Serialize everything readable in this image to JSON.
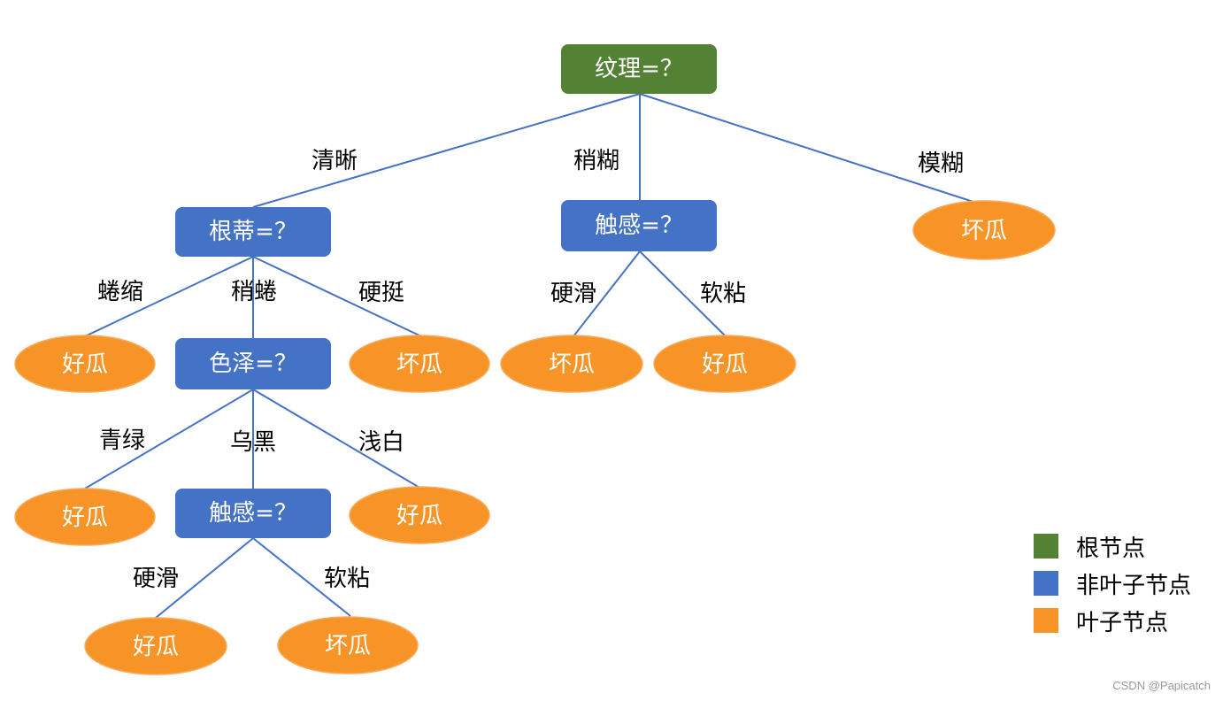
{
  "colors": {
    "root": "#548235",
    "internal": "#4472C4",
    "leaf": "#F79427",
    "edge": "#4472C4",
    "leaf_border": "#F8A95A"
  },
  "nodes": {
    "root": "纹理=？",
    "n_gendi": "根蒂=？",
    "n_chugan1": "触感=？",
    "leaf_mohu": "坏瓜",
    "leaf_quansuo": "好瓜",
    "n_sezhe": "色泽=？",
    "leaf_yingting": "坏瓜",
    "leaf_yinghua1": "坏瓜",
    "leaf_ruannian1": "好瓜",
    "leaf_qinglv": "好瓜",
    "n_chugan2": "触感=？",
    "leaf_qianbai": "好瓜",
    "leaf_yinghua2": "好瓜",
    "leaf_ruannian2": "坏瓜"
  },
  "edges": {
    "qingxi": "清晰",
    "shaohu": "稍糊",
    "mohu": "模糊",
    "quansuo": "蜷缩",
    "shaoquan": "稍蜷",
    "yingting": "硬挺",
    "yinghua1": "硬滑",
    "ruannian1": "软粘",
    "qinglv": "青绿",
    "wuhei": "乌黑",
    "qianbai": "浅白",
    "yinghua2": "硬滑",
    "ruannian2": "软粘"
  },
  "legend": [
    {
      "label": "根节点",
      "color": "#548235"
    },
    {
      "label": "非叶子节点",
      "color": "#4472C4"
    },
    {
      "label": "叶子节点",
      "color": "#F79427"
    }
  ],
  "watermark": "CSDN @Papicatch"
}
